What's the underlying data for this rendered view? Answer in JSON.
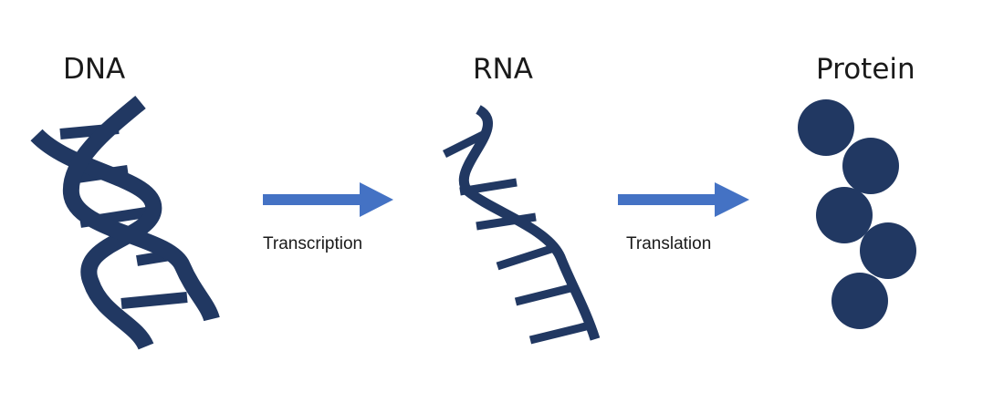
{
  "stages": {
    "dna": "DNA",
    "rna": "RNA",
    "protein": "Protein"
  },
  "steps": {
    "transcription": "Transcription",
    "translation": "Translation"
  },
  "icons": {
    "dna": "dna-double-helix-icon",
    "rna": "rna-single-strand-icon",
    "protein": "protein-bead-chain-icon",
    "arrow": "right-arrow-icon"
  },
  "colors": {
    "molecule": "#213862",
    "arrow": "#4472C4",
    "text": "#1a1a1a",
    "background": "#ffffff"
  }
}
